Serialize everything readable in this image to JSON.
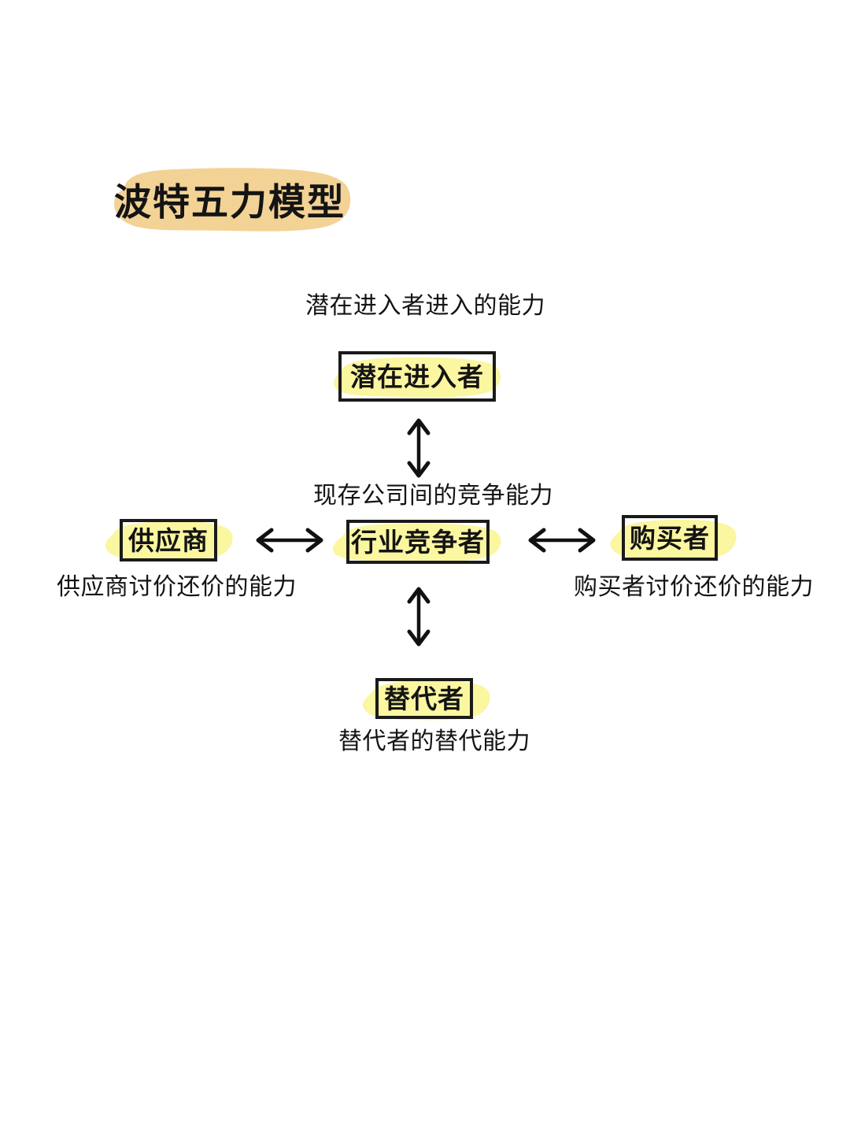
{
  "page": {
    "title": "波特五力模型",
    "background_color": "#ffffff",
    "text_color": "#141414"
  },
  "colors": {
    "title_highlight": "#f3d296",
    "node_highlight": "#fbf6a0",
    "node_border": "#1a1a1a",
    "arrow": "#111111"
  },
  "diagram": {
    "type": "porters-five-forces",
    "nodes": [
      {
        "id": "potential-entrant",
        "label": "潜在进入者",
        "position": "top",
        "caption": "潜在进入者进入的能力",
        "caption_position": "above"
      },
      {
        "id": "industry-competitor",
        "label": "行业竞争者",
        "position": "center",
        "caption": "现存公司间的竞争能力",
        "caption_position": "above"
      },
      {
        "id": "supplier",
        "label": "供应商",
        "position": "left",
        "caption": "供应商讨价还价的能力",
        "caption_position": "below"
      },
      {
        "id": "buyer",
        "label": "购买者",
        "position": "right",
        "caption": "购买者讨价还价的能力",
        "caption_position": "below"
      },
      {
        "id": "substitute",
        "label": "替代者",
        "position": "bottom",
        "caption": "替代者的替代能力",
        "caption_position": "below"
      }
    ],
    "connectors": [
      {
        "id": "entrant-competitor",
        "from": "potential-entrant",
        "to": "industry-competitor",
        "orientation": "vertical",
        "arrowheads": "both"
      },
      {
        "id": "supplier-competitor",
        "from": "supplier",
        "to": "industry-competitor",
        "orientation": "horizontal",
        "arrowheads": "both"
      },
      {
        "id": "competitor-buyer",
        "from": "industry-competitor",
        "to": "buyer",
        "orientation": "horizontal",
        "arrowheads": "both"
      },
      {
        "id": "substitute-competitor",
        "from": "substitute",
        "to": "industry-competitor",
        "orientation": "vertical",
        "arrowheads": "both"
      }
    ]
  }
}
